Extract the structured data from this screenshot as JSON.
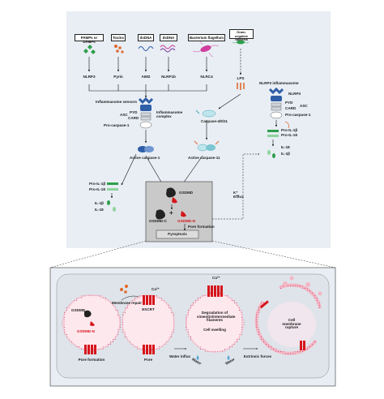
{
  "triggers": [
    {
      "label": "PAMPs or DAMPs",
      "sensor": "NLRP3"
    },
    {
      "label": "Toxins",
      "sensor": "Pyrin"
    },
    {
      "label": "dsDNA",
      "sensor": "AIM2"
    },
    {
      "label": "dsDNA",
      "sensor": "NLRP1b"
    },
    {
      "label": "Bacterium flagellum",
      "sensor": "NLRC4"
    }
  ],
  "gram_negative": {
    "label": "Gram-negative bacteria",
    "lps": "LPS"
  },
  "canonical": {
    "sensors": "Inflammasome sensors",
    "complex": "Inflammasome complex",
    "asc": "ASC",
    "pyd": "PYD",
    "card": "CARD",
    "pro_caspase": "Pro-caspase-1",
    "active_caspase": "Active caspase-1",
    "pro_il1b": "Pro-IL-1β",
    "pro_il18": "Pro-IL-18",
    "il1b": "IL-1β",
    "il18": "IL-18"
  },
  "noncanonical": {
    "caspase": "Caspase-4/5/11",
    "active": "Active caspase-11",
    "k_efflux": "K⁺ Efflux",
    "nlrp3_title": "NLRP3 inflammasome",
    "nlrp3": "NLRP3",
    "asc": "ASC",
    "pyd": "PYD",
    "card": "CARD",
    "pro_caspase": "Pro-caspase-1",
    "pro_il1b": "Pro-IL-1β",
    "pro_il18": "Pro-IL-18",
    "il18": "IL-18",
    "il1b": "IL-1β"
  },
  "cleavage": {
    "gsdmd": "GSDMD",
    "gsdmd_c": "GSDMD-C",
    "gsdmd_n": "GSDMD-N",
    "plus": "+",
    "pore_formation": "Pore formation",
    "pyroptosis": "Pyroptosis"
  },
  "bottom": {
    "gsdmd": "GSDMD",
    "gsdmd_n": "GSDMD-N",
    "membrane_repair": "Membrane repair",
    "ca1": "Ca²⁺",
    "escrt": "ESCRT",
    "ca2": "Ca²⁺",
    "degradation": "Degradation of vimentin/intermediate filaments",
    "cell_swelling": "Cell swelling",
    "cell_membrane_rupture": "Cell membrane rupture",
    "pore_formation": "Pore formation",
    "pore": "Pore",
    "water_influx": "Water influx",
    "water1": "Water",
    "water2": "Water",
    "extrinsic_forces": "Extrinsic forces"
  },
  "colors": {
    "background": "#e8eef4",
    "panel": "#c9c9c9",
    "pore_red": "#d6151b",
    "sensor_blue": "#2f5ea8",
    "green": "#2e9e4a",
    "bacteria_pink": "#d03ea0",
    "membrane_pink": "#f4b6c4"
  }
}
